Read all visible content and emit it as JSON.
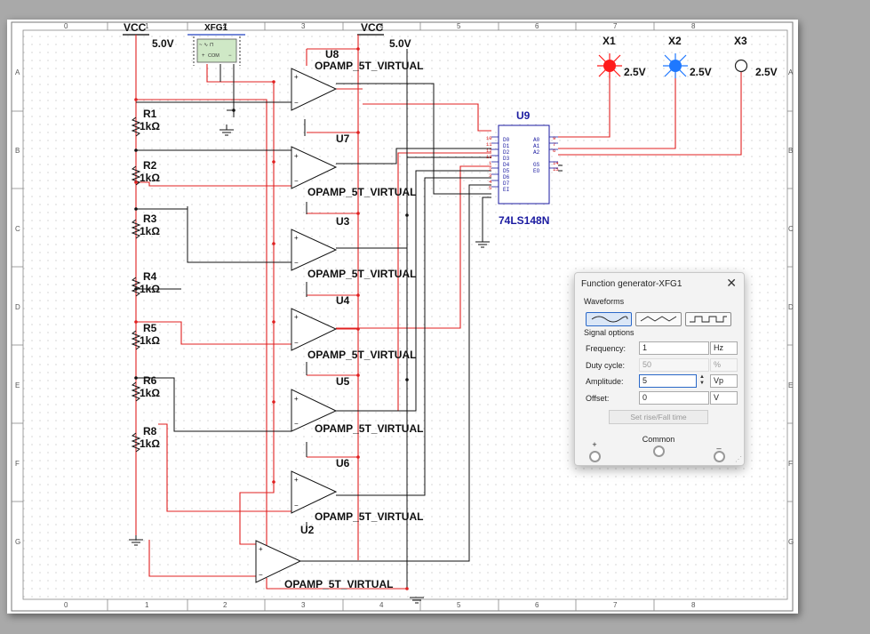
{
  "schematic": {
    "col_labels": [
      "0",
      "1",
      "2",
      "3",
      "4",
      "5",
      "6",
      "7",
      "8"
    ],
    "row_labels": [
      "A",
      "B",
      "C",
      "D",
      "E",
      "F",
      "G"
    ],
    "vcc_label": "VCC",
    "vcc_value": "5.0V",
    "xfg_label": "XFG1",
    "xfg_com": "COM",
    "resistors": [
      {
        "name": "R1",
        "value": "1kΩ"
      },
      {
        "name": "R2",
        "value": "1kΩ"
      },
      {
        "name": "R3",
        "value": "1kΩ"
      },
      {
        "name": "R4",
        "value": "1kΩ"
      },
      {
        "name": "R5",
        "value": "1kΩ"
      },
      {
        "name": "R6",
        "value": "1kΩ"
      },
      {
        "name": "R8",
        "value": "1kΩ"
      }
    ],
    "opamps": [
      {
        "ref": "U8",
        "model": "OPAMP_5T_VIRTUAL"
      },
      {
        "ref": "U7",
        "model": "OPAMP_5T_VIRTUAL"
      },
      {
        "ref": "U3",
        "model": "OPAMP_5T_VIRTUAL"
      },
      {
        "ref": "U4",
        "model": "OPAMP_5T_VIRTUAL"
      },
      {
        "ref": "U5",
        "model": "OPAMP_5T_VIRTUAL"
      },
      {
        "ref": "U6",
        "model": "OPAMP_5T_VIRTUAL"
      },
      {
        "ref": "U2",
        "model": "OPAMP_5T_VIRTUAL"
      }
    ],
    "encoder": {
      "ref": "U9",
      "model": "74LS148N",
      "left_pins": [
        "D0",
        "D1",
        "D2",
        "D3",
        "D4",
        "D5",
        "D6",
        "D7",
        "EI"
      ],
      "right_pins": [
        "A0",
        "A1",
        "A2",
        "",
        "GS",
        "EO"
      ],
      "left_nums": [
        "10",
        "11",
        "12",
        "13",
        "1",
        "2",
        "3",
        "4",
        "5"
      ],
      "right_nums": [
        "9",
        "7",
        "6",
        "",
        "14",
        "15"
      ]
    },
    "probes": [
      {
        "name": "X1",
        "voltage": "2.5V",
        "color": "#ff1a1a"
      },
      {
        "name": "X2",
        "voltage": "2.5V",
        "color": "#1e78ff"
      },
      {
        "name": "X3",
        "voltage": "2.5V",
        "color": "#ffffff"
      }
    ]
  },
  "function_generator": {
    "title": "Function generator-XFG1",
    "close_label": "✕",
    "waveforms_label": "Waveforms",
    "waveforms": [
      "sine",
      "triangle",
      "square"
    ],
    "selected_waveform": "sine",
    "signal_options_label": "Signal options",
    "frequency": {
      "label": "Frequency:",
      "value": "1",
      "unit": "Hz"
    },
    "duty_cycle": {
      "label": "Duty cycle:",
      "value": "50",
      "unit": "%"
    },
    "amplitude": {
      "label": "Amplitude:",
      "value": "5",
      "unit": "Vp"
    },
    "offset": {
      "label": "Offset:",
      "value": "0",
      "unit": "V"
    },
    "set_rise_fall": "Set rise/Fall time",
    "term_plus": "+",
    "term_common": "Common",
    "term_minus": "_"
  }
}
